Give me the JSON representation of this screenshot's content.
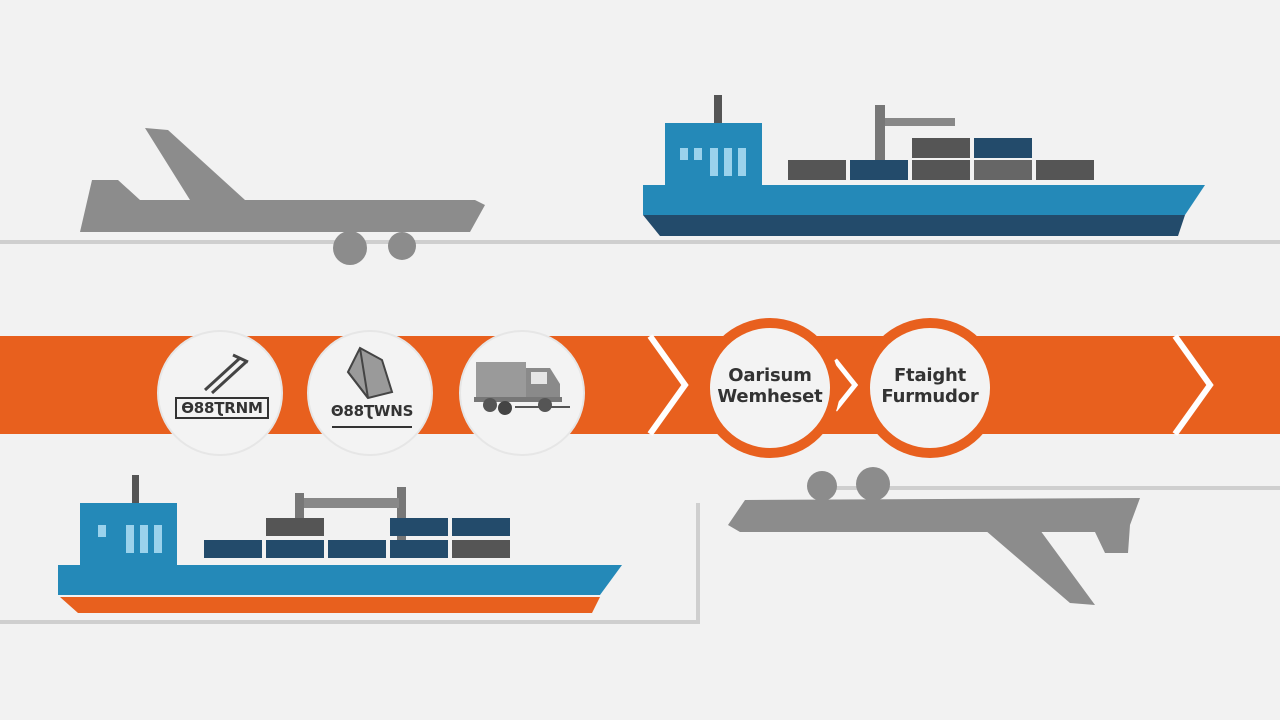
{
  "colors": {
    "background": "#f2f2f2",
    "orange_band": "#e8601e",
    "ship_blue": "#2489b8",
    "ship_navy": "#234b6b",
    "grey_vehicle": "#8c8c8c",
    "rule_grey": "#cfcfcf"
  },
  "steps": [
    {
      "icon": "pallet-jack-icon",
      "label": "Ѳ88ƮRNM"
    },
    {
      "icon": "box-package-icon",
      "label": "Θ88ƮWNS"
    },
    {
      "icon": "delivery-truck-icon",
      "label": ""
    },
    {
      "icon": "",
      "line1": "Oarisum",
      "line2": "Wemheset"
    },
    {
      "icon": "",
      "line1": "Ftaight",
      "line2": "Furmudor"
    }
  ]
}
